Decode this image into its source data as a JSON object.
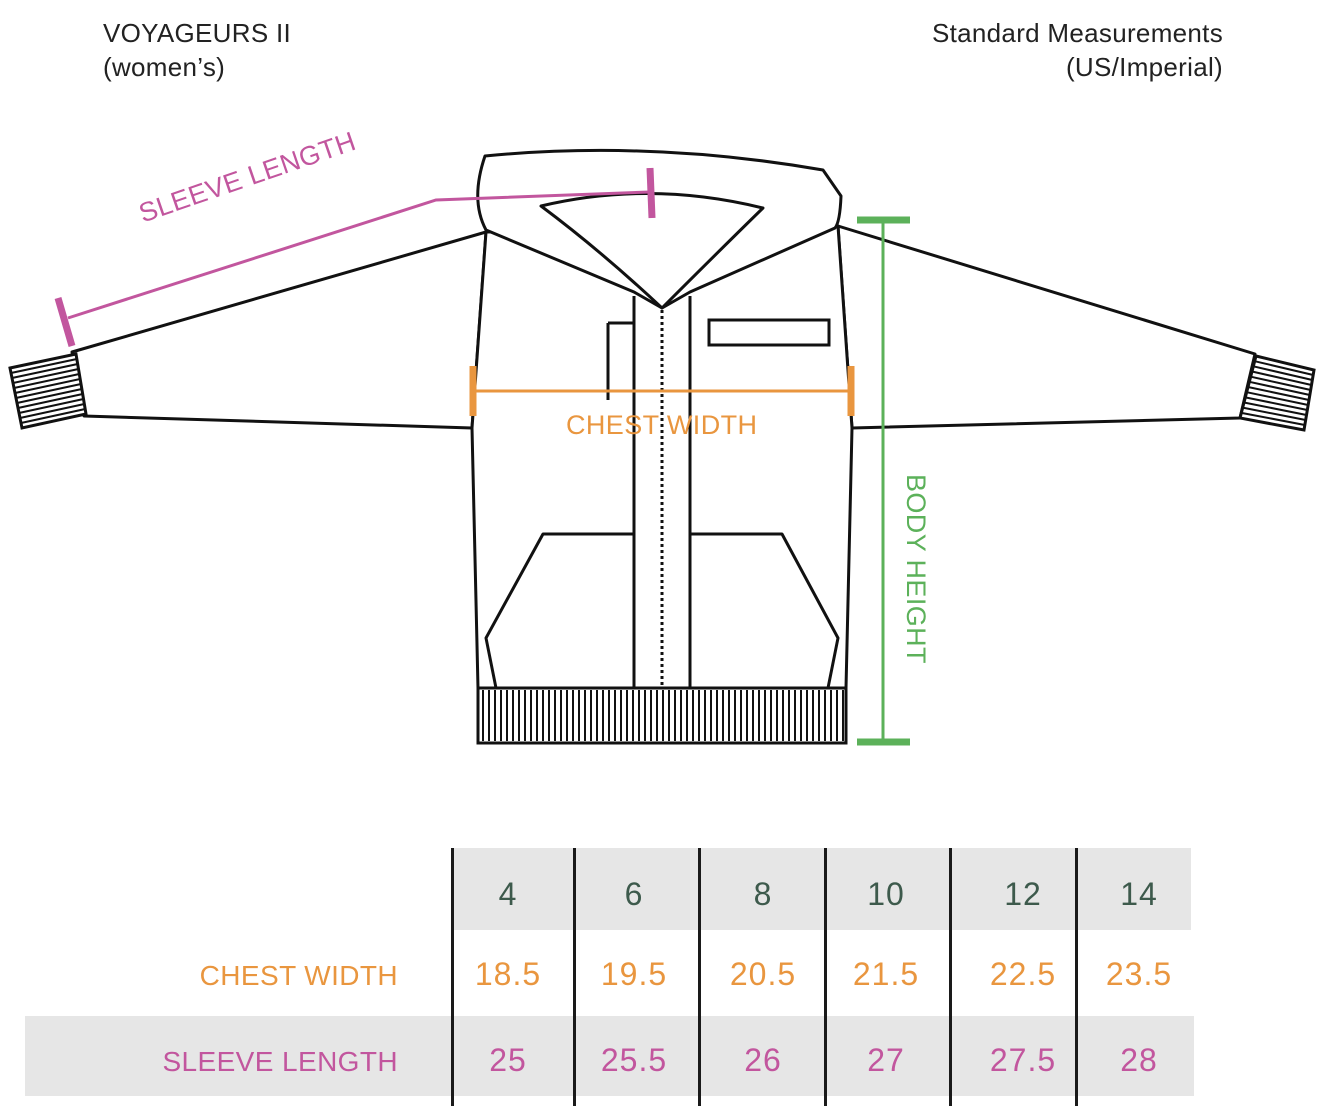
{
  "header": {
    "product": "VOYAGEURS II",
    "variant": "(women’s)",
    "standard": "Standard Measurements",
    "units": "(US/Imperial)"
  },
  "diagram_labels": {
    "sleeve": "SLEEVE LENGTH",
    "chest": "CHEST WIDTH",
    "body": "BODY HEIGHT"
  },
  "colors": {
    "chest": "#e9963f",
    "sleeve": "#c2569e",
    "body": "#5cb15a",
    "header_text": "#3d5a4c",
    "band": "#e6e6e6"
  },
  "table": {
    "sizes": [
      "4",
      "6",
      "8",
      "10",
      "12",
      "14"
    ],
    "rows": [
      {
        "label": "CHEST WIDTH",
        "values": [
          "18.5",
          "19.5",
          "20.5",
          "21.5",
          "22.5",
          "23.5"
        ]
      },
      {
        "label": "SLEEVE LENGTH",
        "values": [
          "25",
          "25.5",
          "26",
          "27",
          "27.5",
          "28"
        ]
      }
    ]
  }
}
